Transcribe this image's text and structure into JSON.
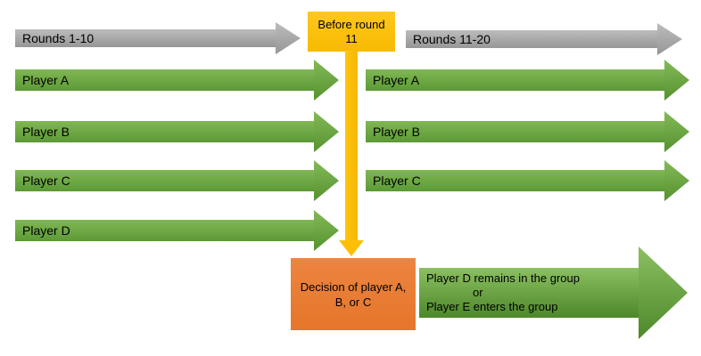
{
  "colors": {
    "timeline_gray": "#a6a6a6",
    "player_green": "#6caa43",
    "milestone_yellow": "#ffc000",
    "decision_orange": "#ed7d31"
  },
  "timeline": {
    "left_label": "Rounds 1-10",
    "right_label": "Rounds 11-20",
    "milestone_lines": [
      "Before round",
      "11"
    ]
  },
  "left_players": [
    {
      "label": "Player A"
    },
    {
      "label": "Player B"
    },
    {
      "label": "Player C"
    },
    {
      "label": "Player D"
    }
  ],
  "right_players": [
    {
      "label": "Player A"
    },
    {
      "label": "Player B"
    },
    {
      "label": "Player C"
    }
  ],
  "decision_box": {
    "lines": [
      "Decision of player A,",
      "B, or C"
    ]
  },
  "outcome_arrow": {
    "lines": [
      "Player D remains in the group",
      "or",
      "Player E enters the group"
    ]
  }
}
